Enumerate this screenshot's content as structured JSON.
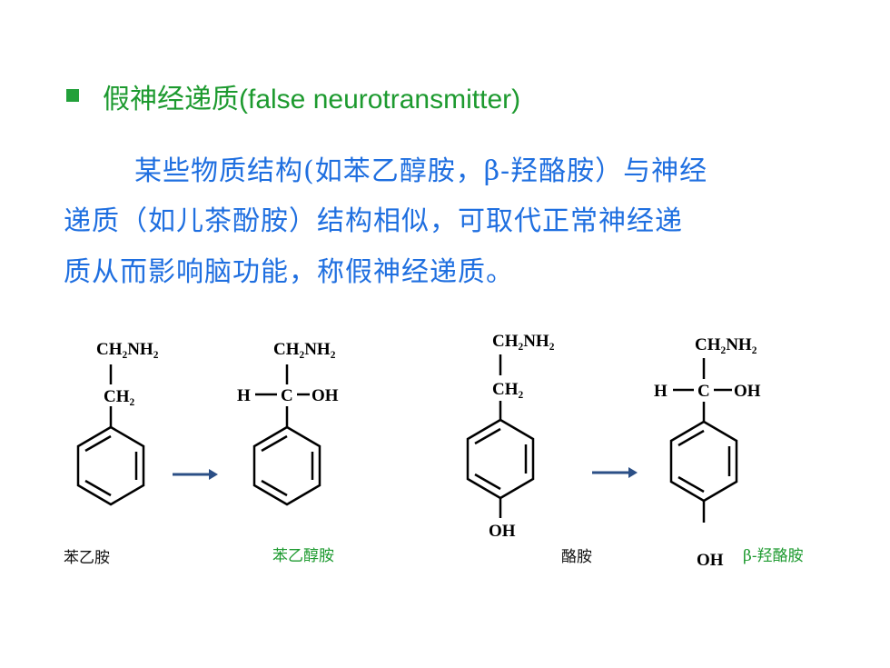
{
  "heading": {
    "cn": "假神经递质",
    "en": "(false neurotransmitter)"
  },
  "paragraph": {
    "line1": "某些物质结构(如苯乙醇胺，β-羟酪胺）与神经",
    "line2": "递质（如儿茶酚胺）结构相似，可取代正常神经递",
    "line3": "质从而影响脑功能，称假神经递质。"
  },
  "structures": {
    "ch2nh2": "CH₂NH₂",
    "ch2": "CH₂",
    "h": "H",
    "c": "C",
    "oh": "OH"
  },
  "captions": {
    "phenylethylamine": "苯乙胺",
    "phenylethanolamine": "苯乙醇胺",
    "tyramine": "酪胺",
    "octopamine": "β-羟酪胺"
  },
  "colors": {
    "heading": "#1d9a2f",
    "paragraph": "#1f6fe0",
    "arrow": "#2b4f86",
    "bullet": "#22a03a"
  }
}
